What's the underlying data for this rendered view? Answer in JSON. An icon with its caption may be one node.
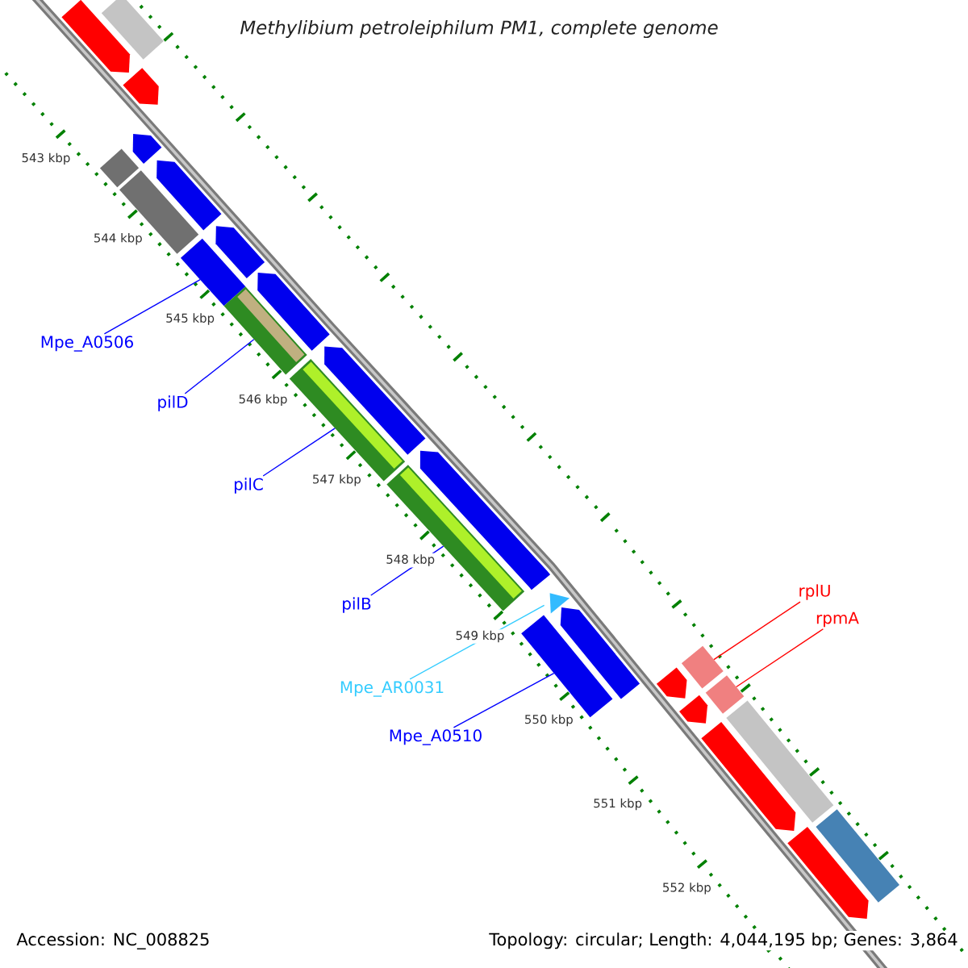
{
  "diagram": {
    "title": "Methylibium petroleiphilum PM1, complete genome",
    "nodes": [
      {
        "text": [
          "Mpe_A0506"
        ]
      },
      {
        "text": [],
        "shape": "bar"
      },
      {
        "text": [
          "pilD"
        ]
      },
      {
        "text": [],
        "shape": "bar"
      },
      {
        "text": [
          "pilC"
        ]
      },
      {
        "text": [],
        "shape": "bar"
      },
      {
        "text": [
          "pilB"
        ]
      },
      {
        "text": [],
        "shape": "bar"
      },
      {
        "text": [
          "Mpe_AR0031"
        ]
      },
      {
        "text": [],
        "shape": "triangle"
      },
      {
        "text": [
          "Mpe_A0510"
        ]
      },
      {
        "text": [],
        "shape": "bar"
      },
      {
        "text": [
          "rplU"
        ]
      },
      {
        "text": [],
        "shape": "bar"
      },
      {
        "text": [
          "rpmA"
        ]
      },
      {
        "text": [],
        "shape": "bar"
      },
      {
        "text": [],
        "shape": "bar"
      },
      {
        "text": [],
        "shape": "pentagon"
      },
      {
        "text": [],
        "shape": "pentagon"
      },
      {
        "text": [],
        "shape": "pentagon"
      },
      {
        "text": [],
        "shape": "bar"
      },
      {
        "text": [],
        "shape": "bar"
      },
      {
        "text": [],
        "shape": "pentagon"
      },
      {
        "text": [],
        "shape": "pentagon"
      },
      {
        "text": [],
        "shape": "pentagon"
      },
      {
        "text": [],
        "shape": "pentagon"
      },
      {
        "text": [],
        "shape": "pentagon"
      },
      {
        "text": [],
        "shape": "pentagon"
      },
      {
        "text": [],
        "shape": "pentagon"
      },
      {
        "text": [],
        "shape": "pentagon"
      },
      {
        "text": [],
        "shape": "pentagon"
      },
      {
        "text": [],
        "shape": "bar"
      },
      {
        "text": [],
        "shape": "pentagon"
      },
      {
        "text": [],
        "shape": "bar"
      }
    ],
    "edges": [
      {
        "from": 0,
        "to": 1,
        "arrow": "none"
      },
      {
        "from": 2,
        "to": 3,
        "arrow": "none"
      },
      {
        "from": 4,
        "to": 5,
        "arrow": "none"
      },
      {
        "from": 6,
        "to": 7,
        "arrow": "none"
      },
      {
        "from": 8,
        "to": 9,
        "arrow": "none",
        "color": "#33ccff"
      },
      {
        "from": 10,
        "to": 11,
        "arrow": "none"
      },
      {
        "from": 12,
        "to": 13,
        "arrow": "none",
        "color": "#ff0000"
      },
      {
        "from": 14,
        "to": 15,
        "arrow": "none",
        "color": "#ff0000"
      }
    ],
    "labels": [
      "543 kbp",
      "544 kbp",
      "545 kbp",
      "546 kbp",
      "547 kbp",
      "548 kbp",
      "549 kbp",
      "550 kbp",
      "551 kbp",
      "552 kbp",
      "Accession: NC_008825",
      "Topology: circular; Length: 4,044,195 bp; Genes: 3,864"
    ]
  }
}
